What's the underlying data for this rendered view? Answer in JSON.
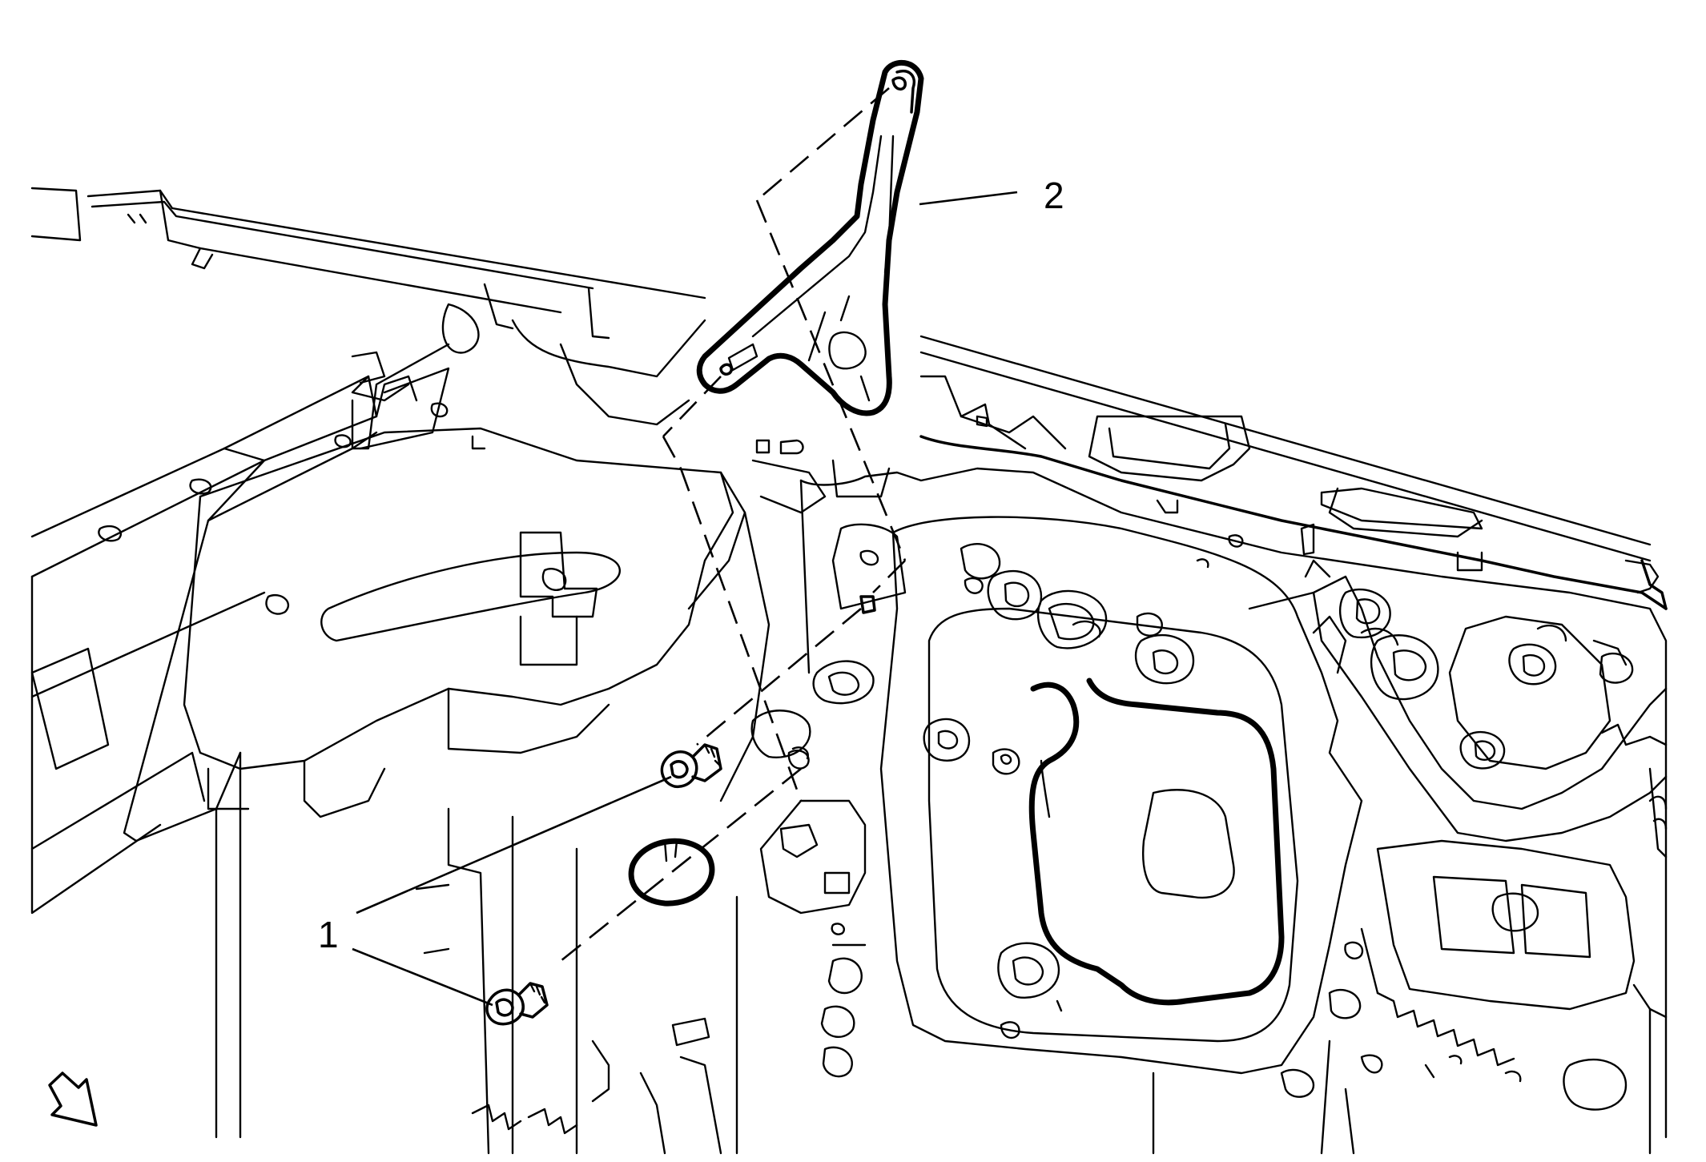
{
  "figure": {
    "callouts": [
      {
        "id": "fastener",
        "label": "1"
      },
      {
        "id": "bracket",
        "label": "2"
      }
    ],
    "view_arrow_icon": "front-direction-arrow-icon",
    "colors": {
      "line": "#000000",
      "background": "#ffffff"
    }
  }
}
